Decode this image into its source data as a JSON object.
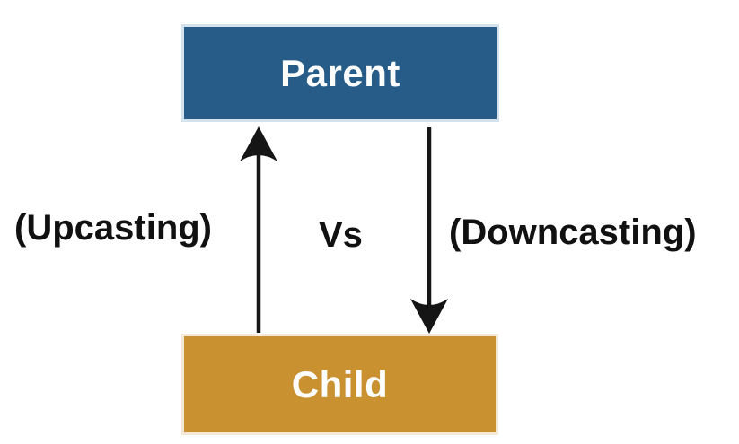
{
  "diagram": {
    "type": "flow-diagram",
    "background": "#ffffff",
    "center_label": "Vs",
    "arrow_color": "#151515",
    "nodes": [
      {
        "id": "parent",
        "label": "Parent",
        "fill": "#265c87",
        "text_color": "#fdfdfd",
        "position": "top"
      },
      {
        "id": "child",
        "label": "Child",
        "fill": "#ca9130",
        "text_color": "#fdfdfd",
        "position": "bottom"
      }
    ],
    "edges": [
      {
        "from": "child",
        "to": "parent",
        "direction": "up",
        "label": "(Upcasting)"
      },
      {
        "from": "parent",
        "to": "child",
        "direction": "down",
        "label": "(Downcasting)"
      }
    ]
  }
}
